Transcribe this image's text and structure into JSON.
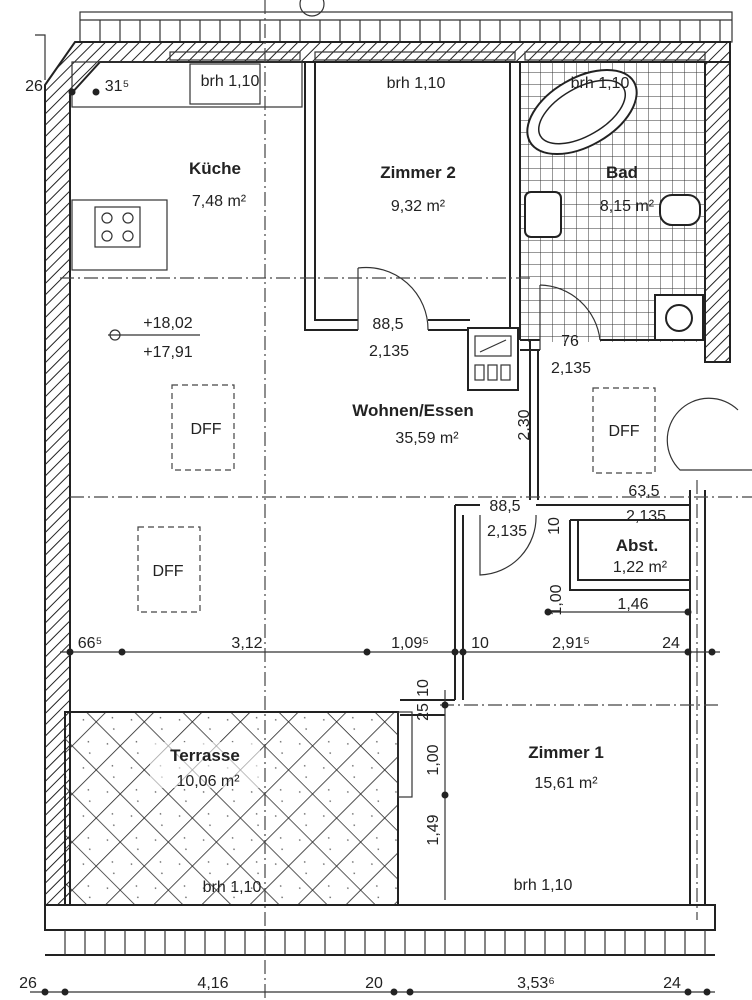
{
  "rooms": {
    "kueche": {
      "name": "Küche",
      "area": "7,48 m²"
    },
    "zimmer2": {
      "name": "Zimmer 2",
      "area": "9,32 m²"
    },
    "bad": {
      "name": "Bad",
      "area": "8,15 m²"
    },
    "wohnen": {
      "name": "Wohnen/Essen",
      "area": "35,59 m²"
    },
    "abst": {
      "name": "Abst.",
      "area": "1,22 m²"
    },
    "zimmer1": {
      "name": "Zimmer 1",
      "area": "15,61 m²"
    },
    "terrasse": {
      "name": "Terrasse",
      "area": "10,06 m²"
    }
  },
  "dff_label": "DFF",
  "elevations": [
    "+18,02",
    "+17,91"
  ],
  "brh": "brh 1,10",
  "doors": [
    {
      "width": "88,5",
      "height": "2,135"
    },
    {
      "width": "76",
      "height": "2,135"
    },
    {
      "width": "88,5",
      "height": "2,135"
    },
    {
      "width": "63,5",
      "height": "2,135"
    }
  ],
  "dims": {
    "top": [
      "26",
      "31⁵"
    ],
    "middle_row": [
      "66⁵",
      "3,12",
      "1,09⁵",
      "10",
      "2,91⁵",
      "24"
    ],
    "bottom_row": [
      "26",
      "4,16",
      "20",
      "3,53⁶",
      "24"
    ],
    "vertical": [
      "2,30",
      "10",
      "1,00",
      "1,46",
      "25",
      "10",
      "1,00",
      "1,49"
    ]
  }
}
